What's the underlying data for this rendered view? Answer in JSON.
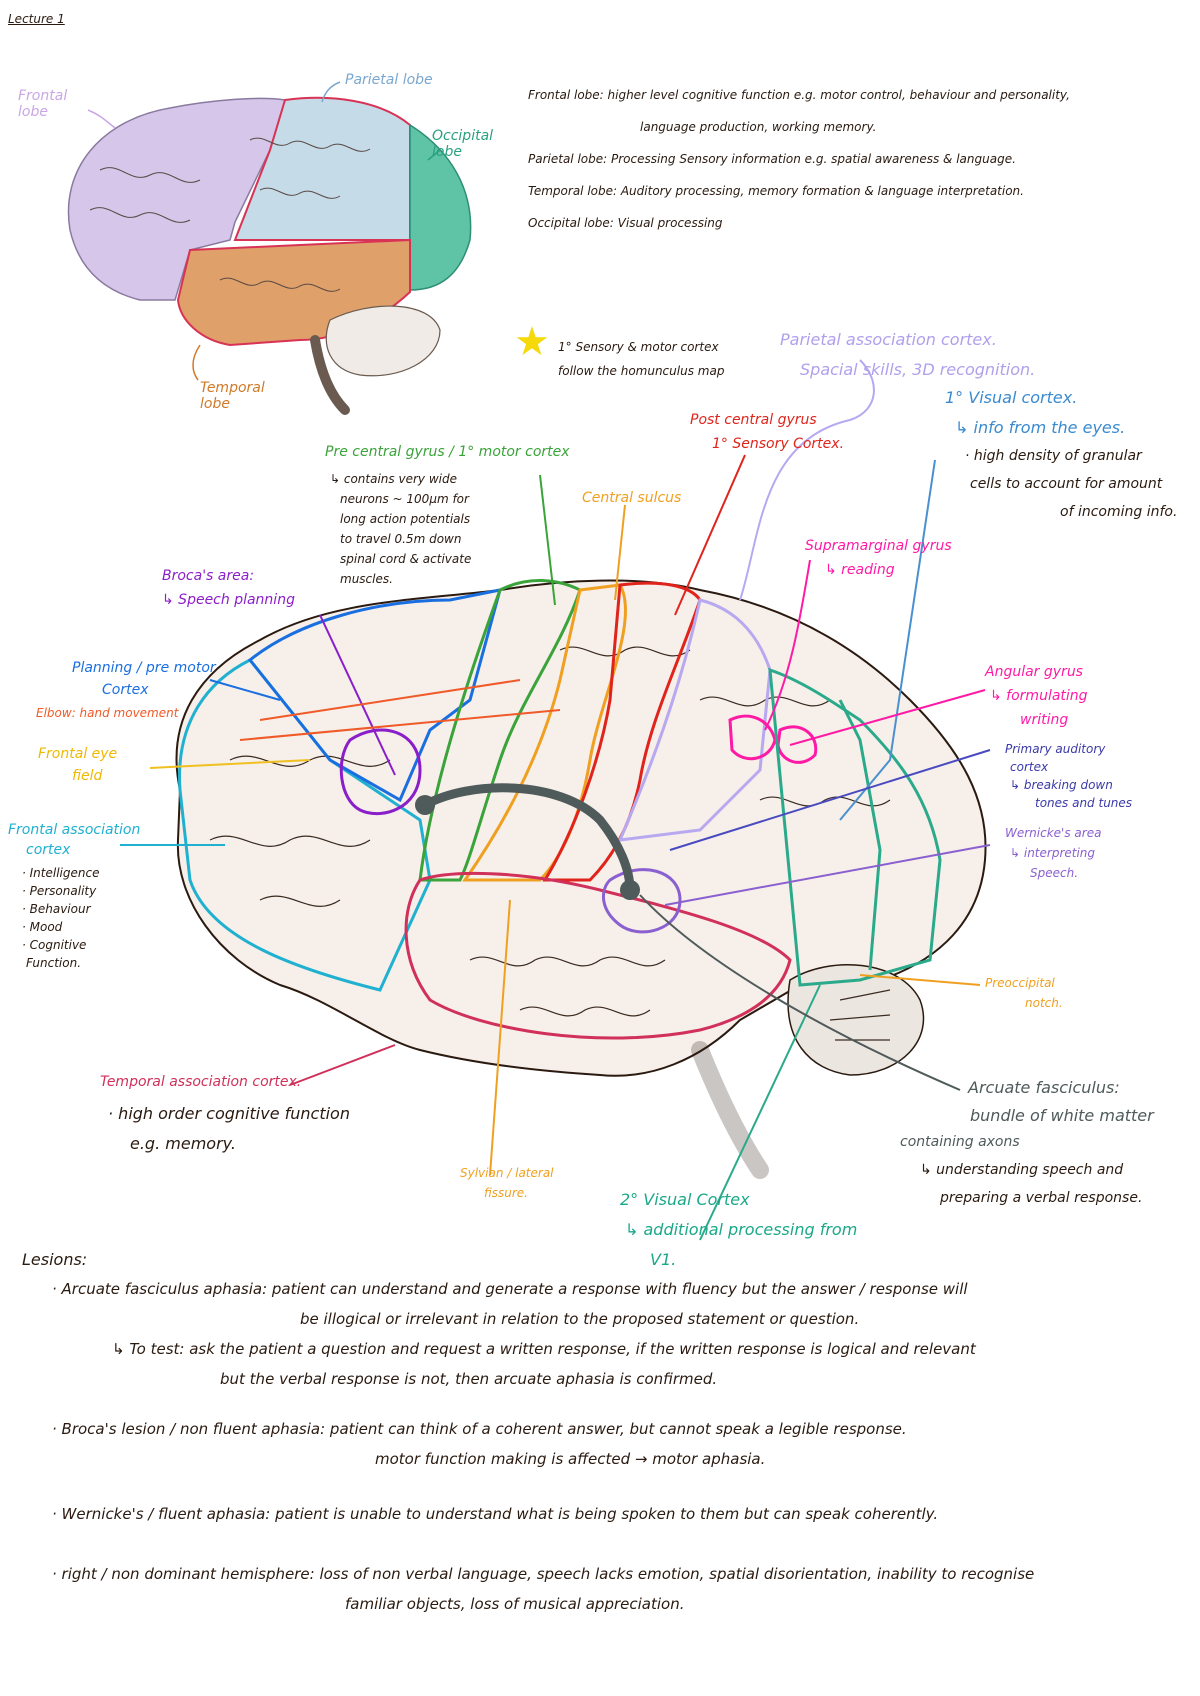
{
  "header": {
    "title": "Lecture 1"
  },
  "top_diagram": {
    "frontal_lobe": "Frontal lobe",
    "parietal_lobe": "Parietal lobe",
    "occipital_lobe": "Occipital lobe",
    "temporal_lobe": "Temporal lobe"
  },
  "lobe_notes": [
    "Frontal lobe: higher level cognitive function e.g. motor control, behaviour and personality,",
    "language production, working memory.",
    "Parietal lobe: Processing Sensory information e.g. spatial awareness & language.",
    "Temporal lobe: Auditory processing, memory formation & language interpretation.",
    "Occipital lobe: Visual processing"
  ],
  "star_note": [
    "1° Sensory & motor cortex",
    "follow the homunculus map"
  ],
  "labels": {
    "parietal_assoc": [
      "Parietal association cortex.",
      "Spacial skills, 3D recognition."
    ],
    "visual_1": [
      "1° Visual cortex.",
      "↳ info from the eyes.",
      "· high density of granular",
      "cells to account for amount",
      "of incoming info."
    ],
    "postcentral": [
      "Post central gyrus",
      "1° Sensory Cortex."
    ],
    "precentral": [
      "Pre central gyrus / 1° motor cortex",
      "↳ contains very wide",
      "neurons ~ 100μm for",
      "long action potentials",
      "to travel 0.5m down",
      "spinal cord & activate",
      "muscles."
    ],
    "central_sulcus": "Central sulcus",
    "supramarginal": [
      "Supramarginal gyrus",
      "↳ reading"
    ],
    "broca": [
      "Broca's area:",
      "↳ Speech planning"
    ],
    "premotor": [
      "Planning / pre motor",
      "Cortex"
    ],
    "elbow": "Elbow: hand movement",
    "frontal_eye": [
      "Frontal eye",
      "field"
    ],
    "angular": [
      "Angular gyrus",
      "↳ formulating",
      "writing"
    ],
    "auditory": [
      "Primary auditory",
      "cortex",
      "↳ breaking down",
      "tones and tunes"
    ],
    "wernicke": [
      "Wernicke's area",
      "↳ interpreting",
      "Speech."
    ],
    "frontal_assoc": [
      "Frontal association",
      "cortex",
      "· Intelligence",
      "· Personality",
      "· Behaviour",
      "· Mood",
      "· Cognitive",
      "Function."
    ],
    "preoccipital": [
      "Preoccipital",
      "notch."
    ],
    "temporal_assoc": [
      "Temporal association cortex.",
      "· high order cognitive function",
      "e.g. memory."
    ],
    "arcuate": [
      "Arcuate fasciculus:",
      "bundle of white matter",
      "containing axons",
      "↳ understanding speech and",
      "preparing a verbal response."
    ],
    "sylvian": [
      "Sylvian / lateral",
      "fissure."
    ],
    "visual_2": [
      "2° Visual Cortex",
      "↳ additional processing from",
      "V1."
    ]
  },
  "lesions": {
    "heading": "Lesions:",
    "items": [
      "· Arcuate fasciculus aphasia: patient can understand and generate a response with fluency but the answer / response will",
      "be illogical or irrelevant in relation to the proposed statement or question.",
      "↳ To test: ask the patient a question and request a written response, if the written response is logical and relevant",
      "but the verbal response is not, then arcuate aphasia is confirmed.",
      "· Broca's lesion / non fluent aphasia: patient can think of a coherent answer, but cannot speak a legible response.",
      "motor function making is affected → motor aphasia.",
      "· Wernicke's / fluent aphasia: patient is unable to understand what is being spoken to them but can speak coherently.",
      "· right / non dominant hemisphere: loss of non verbal language, speech lacks emotion, spatial disorientation, inability to recognise",
      "familiar objects, loss of musical appreciation."
    ]
  },
  "colors": {
    "frontal": "#c9b3e6",
    "parietal": "#a9c9dd",
    "occipital": "#3fb596",
    "temporal": "#d8893c",
    "green": "#3aa33a",
    "orange": "#f0a020",
    "red": "#e0241c",
    "pink": "#ff1aa6",
    "purple": "#8a1fc9",
    "blue": "#1a6fe0",
    "teal": "#2aaa8a",
    "cyan": "#20b0d0",
    "crimson": "#d0305a",
    "indigo": "#4a4ac0"
  }
}
